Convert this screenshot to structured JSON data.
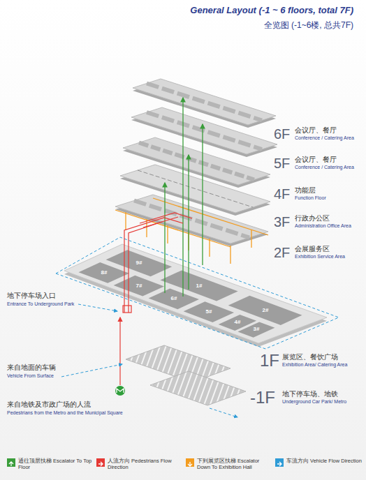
{
  "diagram": {
    "title": "General Layout (-1 ~ 6 floors, total 7F)",
    "labels": [
      "全览图 (-1~6楼, 总共7F)",
      "6F",
      "会议厅、餐厅",
      "Conference / Catering Area",
      "5F",
      "会议厅、餐厅",
      "Conference / Catering Area",
      "4F",
      "功能层",
      "Function Floor",
      "3F",
      "行政办公区",
      "Administration Office Area",
      "2F",
      "会展服务区",
      "Exhibition Service Area",
      "1F",
      "展览区、餐饮广场",
      "Exhibition Area/ Catering Area",
      "-1F",
      "地下停车场、地铁",
      "Underground Car Park/ Metro",
      "地下停车场入口",
      "Entrance To Underground Park",
      "来自地面的车辆",
      "Vehicle From Surface",
      "来自地铁及市政广场的人流",
      "Pedestrians from the Metro and the Municipal Square",
      "9#",
      "8#",
      "7#",
      "1#",
      "6#",
      "5#",
      "2#",
      "4#",
      "3#"
    ],
    "legend": [
      {
        "text": "通往顶层扶梯 Escalator To Top Floor",
        "color": "#3a9d3a"
      },
      {
        "text": "人流方向 Pedestrians Flow Direction",
        "color": "#e53935"
      },
      {
        "text": "下到展览区扶梯 Escalator Down To Exhibition Hall",
        "color": "#f39c1f"
      },
      {
        "text": "车流方向 Vehicle Flow Direction",
        "color": "#2e9bd6"
      }
    ]
  }
}
